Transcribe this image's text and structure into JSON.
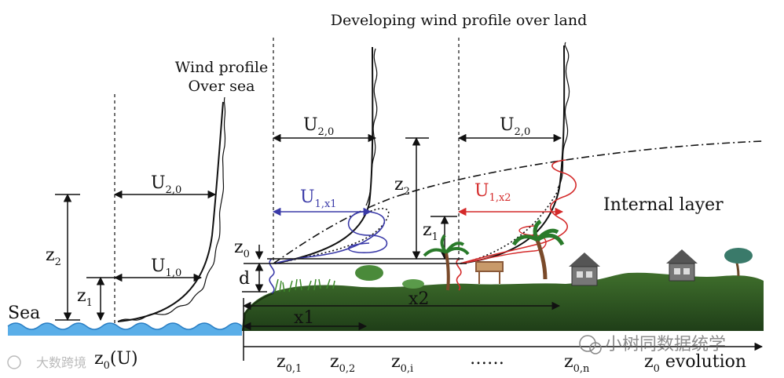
{
  "title": "Developing wind profile over land",
  "sea_profile_label": [
    "Wind profile",
    "Over sea"
  ],
  "sea_label": "Sea",
  "internal_layer_label": "Internal layer",
  "labels": {
    "U20": {
      "main": "U",
      "sub": "2,0"
    },
    "U10": {
      "main": "U",
      "sub": "1,0"
    },
    "U1x1": {
      "main": "U",
      "sub": "1,x1"
    },
    "U1x2": {
      "main": "U",
      "sub": "1,x2"
    },
    "z1": {
      "main": "z",
      "sub": "1"
    },
    "z2": {
      "main": "z",
      "sub": "2"
    },
    "z0": {
      "main": "z",
      "sub": "0"
    },
    "d": "d",
    "x1": "x1",
    "x2": "x2"
  },
  "bottom_axis": {
    "z0U": {
      "main": "z",
      "sub": "0",
      "tail": "(U)"
    },
    "z01": {
      "main": "z",
      "sub": "0,1"
    },
    "z02": {
      "main": "z",
      "sub": "0,2"
    },
    "z0i": {
      "main": "z",
      "sub": "0,i"
    },
    "dots": "……",
    "z0n": {
      "main": "z",
      "sub": "0,n"
    },
    "evolution": {
      "main": "z",
      "sub": "0",
      "tail": " evolution"
    }
  },
  "watermark_right": "小树同数据统学",
  "watermark_left": "大数跨境",
  "colors": {
    "profile": "#111111",
    "blue_profile": "#3a3aa8",
    "red_profile": "#d42a2a",
    "land": "#2f5a24",
    "land_dark": "#1e3d16",
    "sea": "#5aaee8"
  }
}
